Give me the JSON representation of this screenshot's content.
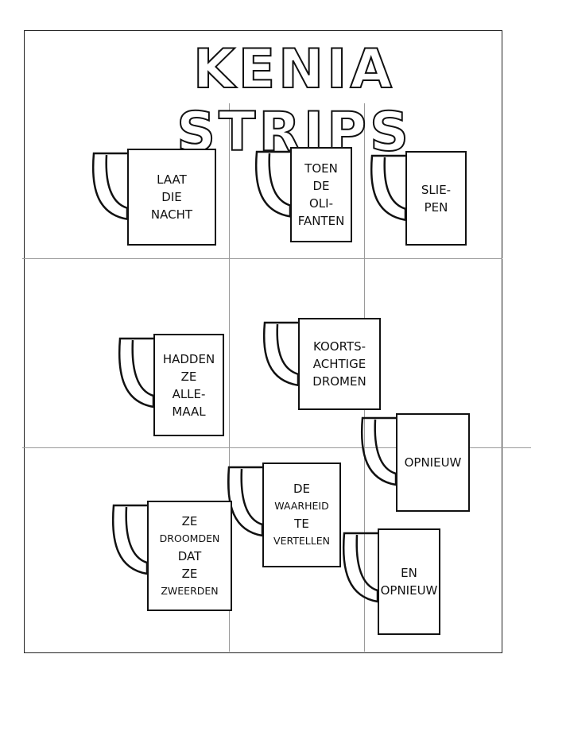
{
  "title": "KENIA STRIPS",
  "mugs": [
    {
      "lines": [
        "LAAT",
        "DIE",
        "NACHT"
      ]
    },
    {
      "lines": [
        "TOEN",
        "DE",
        "OLI-",
        "FANTEN"
      ]
    },
    {
      "lines": [
        "SLIE-",
        "PEN"
      ]
    },
    {
      "lines": [
        "HADDEN",
        "ZE",
        "ALLE-",
        "MAAL"
      ]
    },
    {
      "lines": [
        "KOORTS-",
        "ACHTIGE",
        "DROMEN"
      ]
    },
    {
      "lines": [
        "OPNIEUW"
      ]
    },
    {
      "lines": [
        "DE",
        "WAARHEID",
        "TE",
        "VERTELLEN"
      ]
    },
    {
      "lines": [
        "ZE",
        "DROOMDEN",
        "DAT",
        "ZE",
        "ZWEERDEN"
      ]
    },
    {
      "lines": [
        "EN",
        "OPNIEUW"
      ]
    }
  ]
}
